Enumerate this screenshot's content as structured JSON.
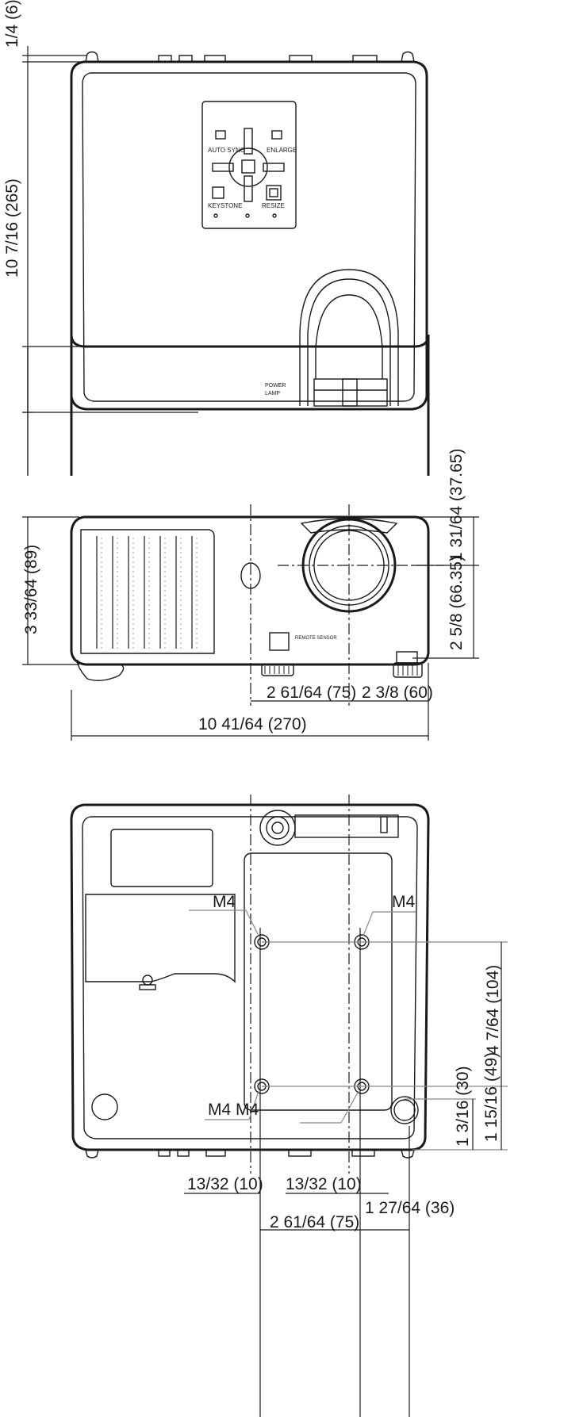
{
  "top_view": {
    "dim_height_small": "1/4 (6)",
    "dim_height_large": "10 7/16 (265)"
  },
  "front_view": {
    "dim_height": "3 33/64 (89)",
    "dim_lens_upper": "1 31/64 (37.65)",
    "dim_lens_lower": "2 5/8 (66.35)",
    "dim_lens_center": "2 61/64 (75)",
    "dim_lens_side": "2 3/8 (60)",
    "dim_width": "10 41/64 (270)"
  },
  "bottom_view": {
    "screw_label_tl": "M4",
    "screw_label_tr": "M4",
    "screw_label_bottom": "M4 M4",
    "dim_screw_vertical": "4 7/64 (104)",
    "dim_foot_right": "1 15/16 (49)",
    "dim_foot_left": "1 3/16 (30)",
    "dim_offset_left": "13/32 (10)",
    "dim_offset_right": "13/32 (10)",
    "dim_screw_horizontal": "2 61/64 (75)",
    "dim_edge_right": "1 27/64 (36)"
  }
}
